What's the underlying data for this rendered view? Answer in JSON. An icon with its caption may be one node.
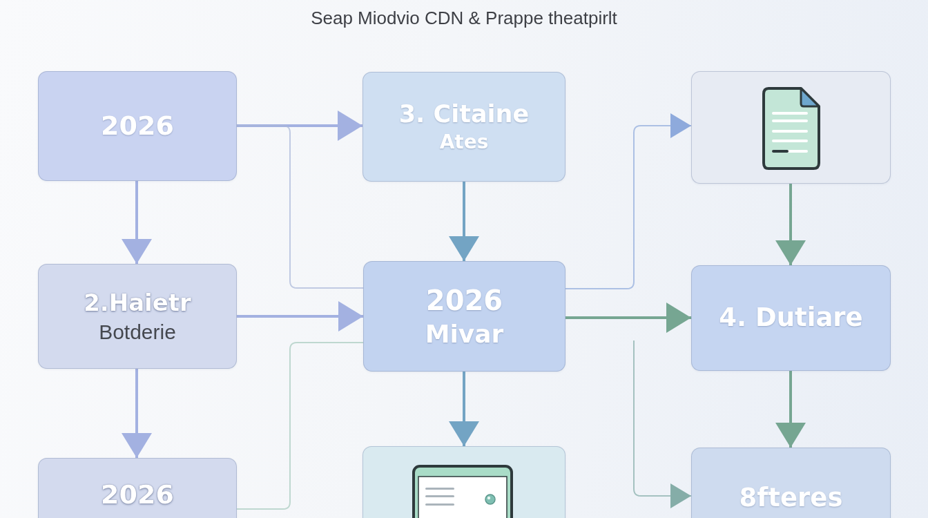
{
  "diagram": {
    "title": "Seap Miodvio CDN & Prappe theatpirlt",
    "nodes": [
      {
        "text": [
          "2026"
        ]
      },
      {
        "text": [
          "3. Citaine",
          "Ates"
        ]
      },
      {
        "text": [],
        "shape": "box"
      },
      {
        "text": [
          "2.Haietr",
          "Botderie"
        ]
      },
      {
        "text": [
          "2026",
          "Mivar"
        ]
      },
      {
        "text": [
          "4. Dutiare"
        ]
      },
      {
        "text": [
          "2026"
        ]
      },
      {
        "text": [],
        "shape": "box"
      },
      {
        "text": [
          "8fteres"
        ]
      }
    ],
    "edges": [
      {
        "from": 0,
        "to": 1,
        "arrow": "to"
      },
      {
        "from": 0,
        "to": 4,
        "arrow": "none",
        "color": "#a9b6d9"
      },
      {
        "from": 0,
        "to": 3,
        "arrow": "to"
      },
      {
        "from": 3,
        "to": 4,
        "arrow": "to"
      },
      {
        "from": 3,
        "to": 6,
        "arrow": "to"
      },
      {
        "from": 6,
        "to": 4,
        "arrow": "none",
        "color": "#a7cabd"
      },
      {
        "from": 1,
        "to": 4,
        "arrow": "to",
        "color": "#73a4c4"
      },
      {
        "from": 4,
        "to": 2,
        "arrow": "to",
        "color": "#8eaadc"
      },
      {
        "from": 4,
        "to": 5,
        "arrow": "to",
        "color": "#76a692"
      },
      {
        "from": 4,
        "to": 7,
        "arrow": "to",
        "color": "#73a4c4"
      },
      {
        "from": 2,
        "to": 5,
        "arrow": "to",
        "color": "#76a692"
      },
      {
        "from": 5,
        "to": 8,
        "arrow": "to",
        "color": "#76a692"
      },
      {
        "from": null,
        "to": 8,
        "arrow": "to",
        "color": "#85ada8"
      }
    ]
  }
}
